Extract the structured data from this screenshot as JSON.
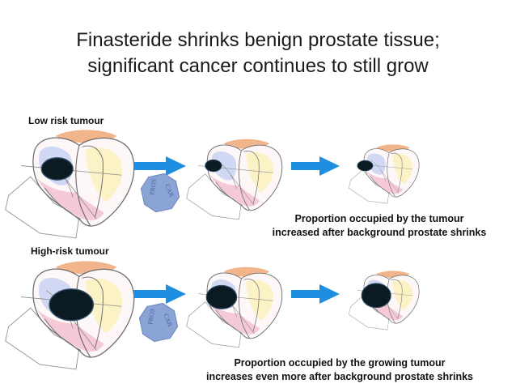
{
  "title": {
    "line1": "Finasteride shrinks benign prostate tissue;",
    "line2": "significant cancer continues to still grow"
  },
  "rows": [
    {
      "label": "Low risk tumour",
      "caption": {
        "line1": "Proportion occupied by the tumour",
        "line2": "increased after background prostate shrinks"
      }
    },
    {
      "label": "High-risk tumour",
      "caption": {
        "line1": "Proportion occupied by the growing tumour",
        "line2": "increases even more after background prostate shrinks"
      }
    }
  ],
  "pill": {
    "text": "PROSCAR"
  },
  "colors": {
    "arrow": "#1e8fe0",
    "tumour": "#0c1a22",
    "tissue_pink": "#f5c9d6",
    "tissue_blue": "#c8d2f2",
    "tissue_yellow": "#fbf3c6",
    "seminal_orange": "#f2b48a",
    "pill": "#8aa4d6"
  }
}
